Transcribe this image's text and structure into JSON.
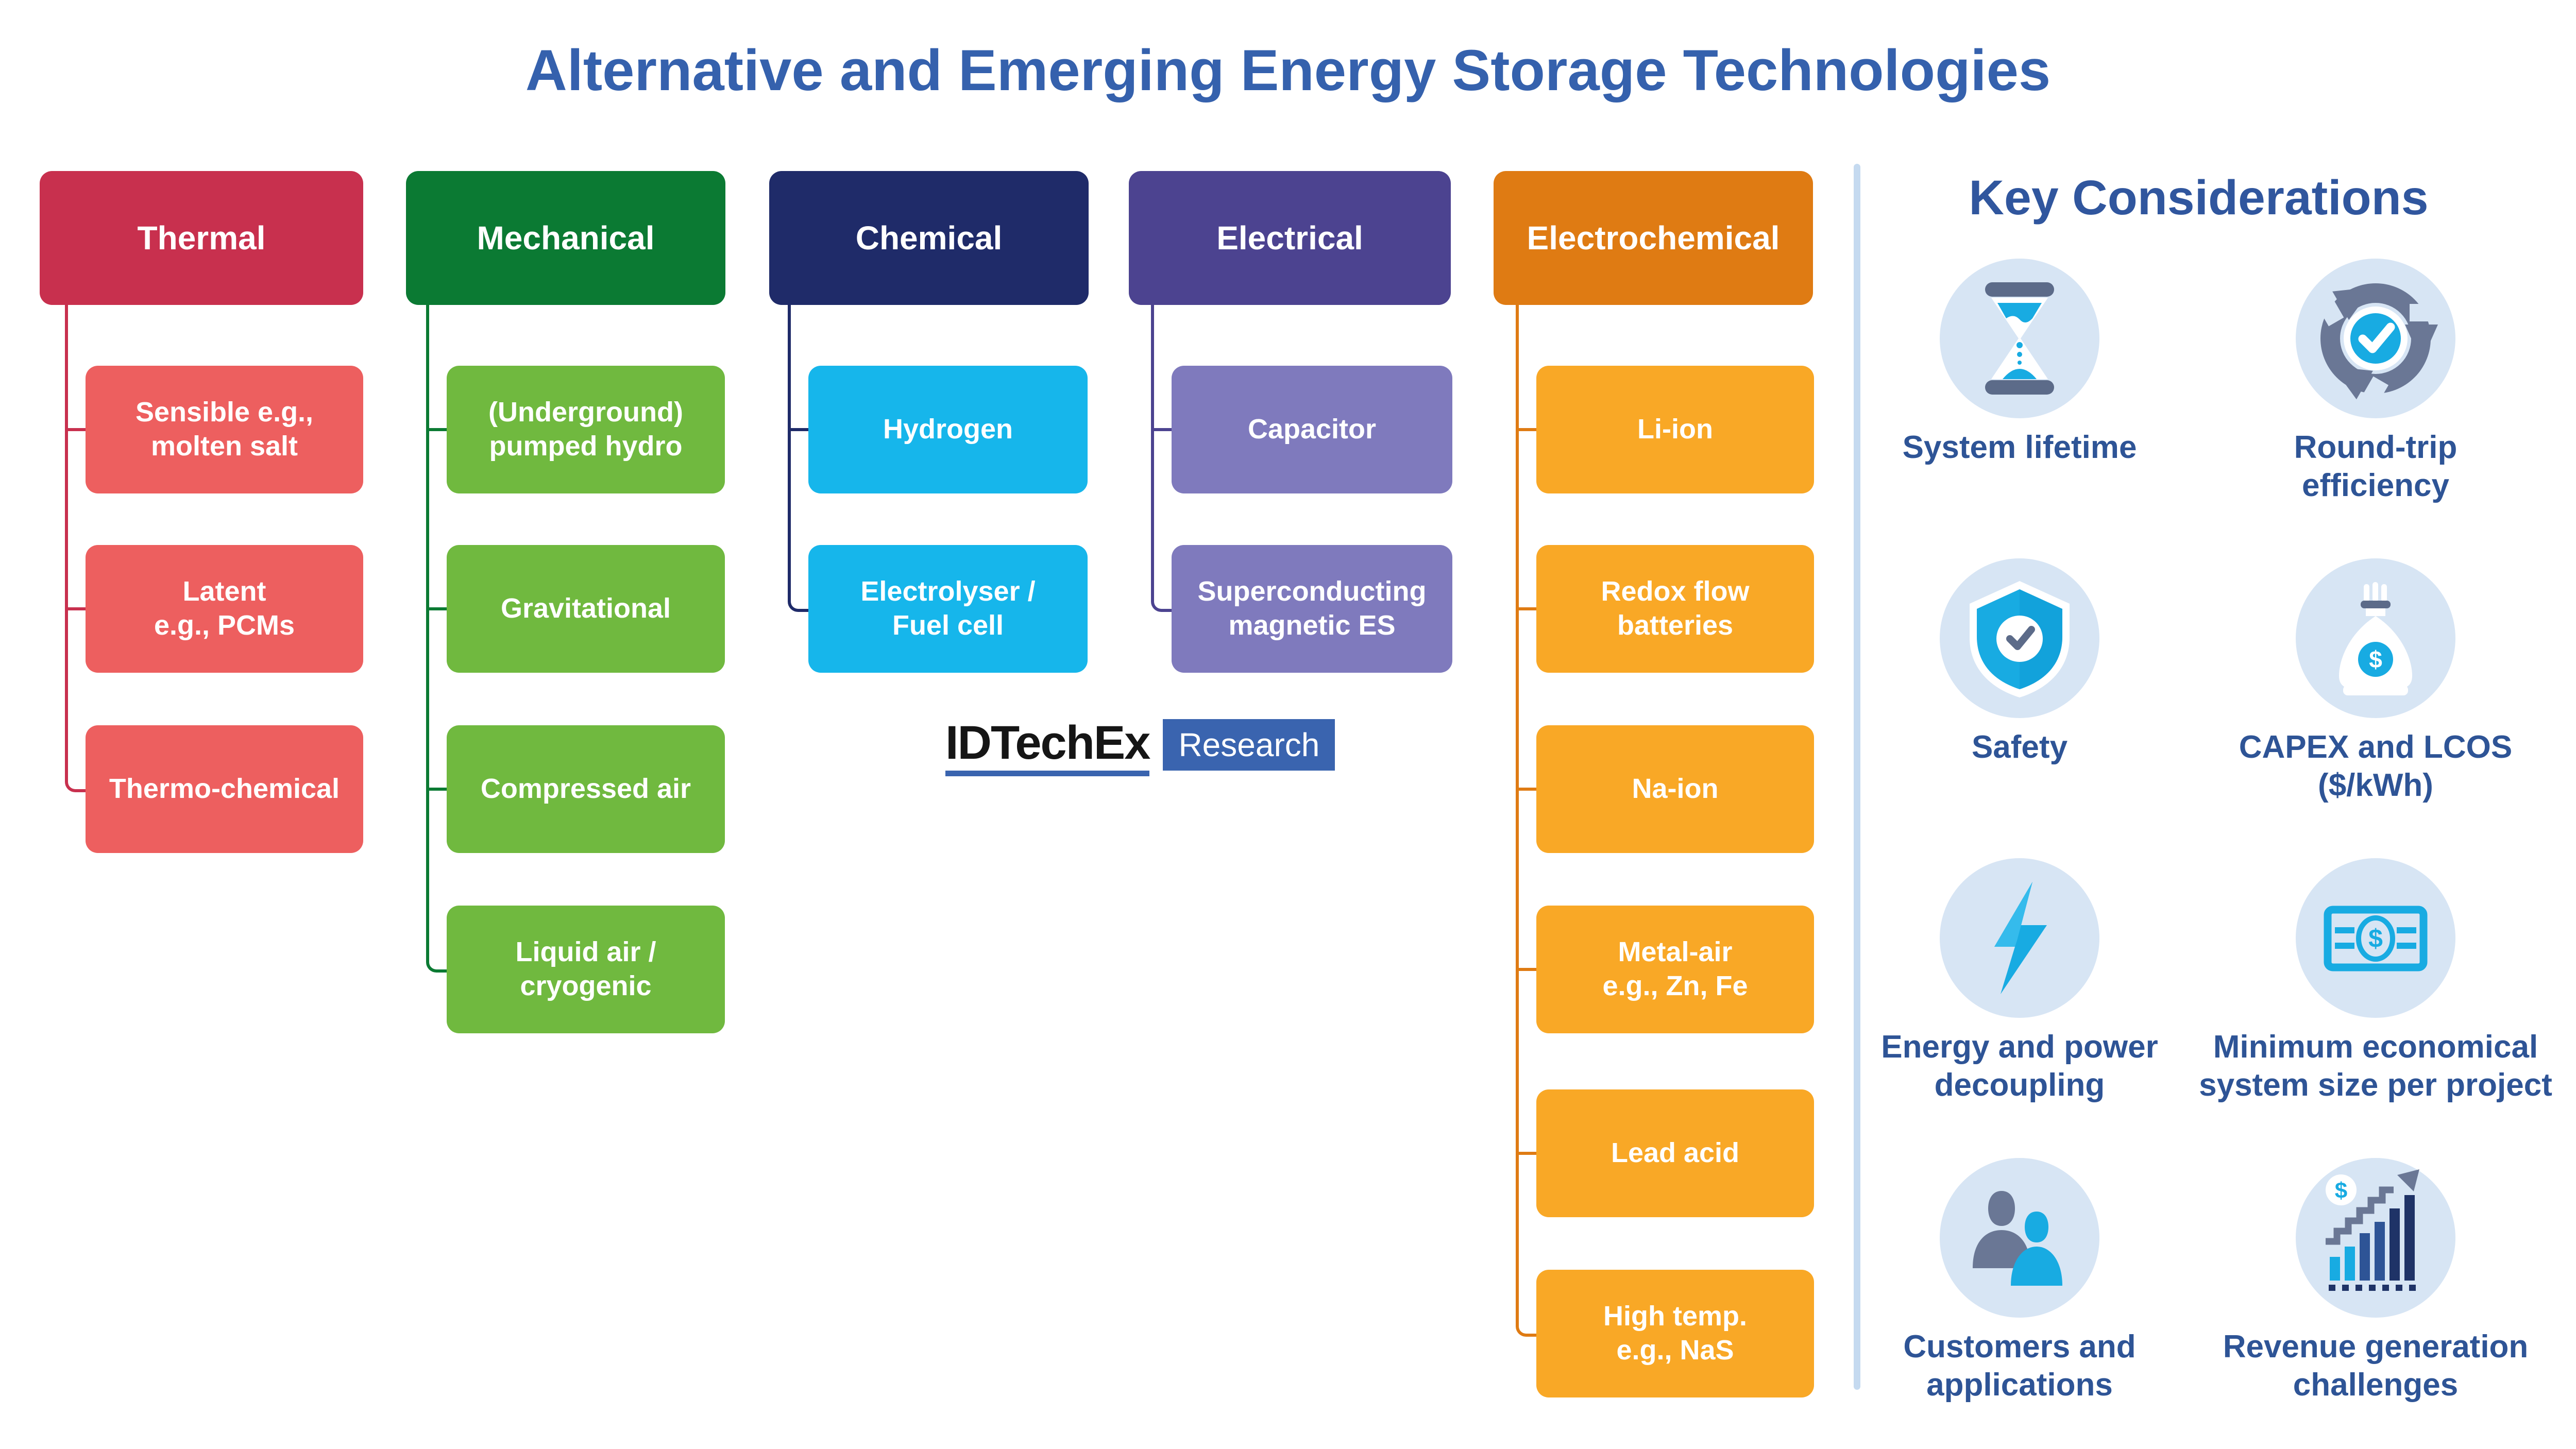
{
  "title": "Alternative and Emerging Energy Storage Technologies",
  "title_color": "#3561AD",
  "columns": [
    {
      "label": "Thermal",
      "header_color": "#C8304E",
      "item_color": "#ED5F5F",
      "items": [
        "Sensible e.g.,\nmolten salt",
        "Latent\ne.g., PCMs",
        "Thermo-chemical"
      ]
    },
    {
      "label": "Mechanical",
      "header_color": "#0B7A33",
      "item_color": "#70B93F",
      "items": [
        "(Underground)\npumped hydro",
        "Gravitational",
        "Compressed air",
        "Liquid air /\ncryogenic"
      ]
    },
    {
      "label": "Chemical",
      "header_color": "#1F2B69",
      "item_color": "#16B6EB",
      "items": [
        "Hydrogen",
        "Electrolyser /\nFuel cell"
      ]
    },
    {
      "label": "Electrical",
      "header_color": "#4C4390",
      "item_color": "#7F7ABD",
      "items": [
        "Capacitor",
        "Superconducting\nmagnetic ES"
      ]
    },
    {
      "label": "Electrochemical",
      "header_color": "#DF7B13",
      "item_color": "#F9A826",
      "items": [
        "Li-ion",
        "Redox flow\nbatteries",
        "Na-ion",
        "Metal-air\ne.g., Zn, Fe",
        "Lead acid",
        "High temp.\ne.g., NaS"
      ]
    }
  ],
  "logo": {
    "brand": "IDTechEx",
    "product": "Research",
    "accent_color": "#3A64AF"
  },
  "key_considerations": {
    "title": "Key Considerations",
    "title_color": "#30569E",
    "label_color": "#2E5496",
    "divider_color": "#C5DAF0",
    "icon_bg_color": "#D7E5F4",
    "icon_slate_color": "#6A7795",
    "icon_cyan_color": "#18ABE2",
    "items": [
      {
        "icon": "hourglass-icon",
        "label": "System lifetime"
      },
      {
        "icon": "cycle-arrows-icon",
        "label": "Round-trip\nefficiency"
      },
      {
        "icon": "shield-check-icon",
        "label": "Safety"
      },
      {
        "icon": "money-bag-icon",
        "label": "CAPEX and LCOS\n($/kWh)"
      },
      {
        "icon": "lightning-bolt-icon",
        "label": "Energy and power\ndecoupling"
      },
      {
        "icon": "banknote-icon",
        "label": "Minimum economical\nsystem size per project"
      },
      {
        "icon": "customers-icon",
        "label": "Customers and\napplications"
      },
      {
        "icon": "revenue-chart-icon",
        "label": "Revenue generation\nchallenges"
      }
    ]
  }
}
